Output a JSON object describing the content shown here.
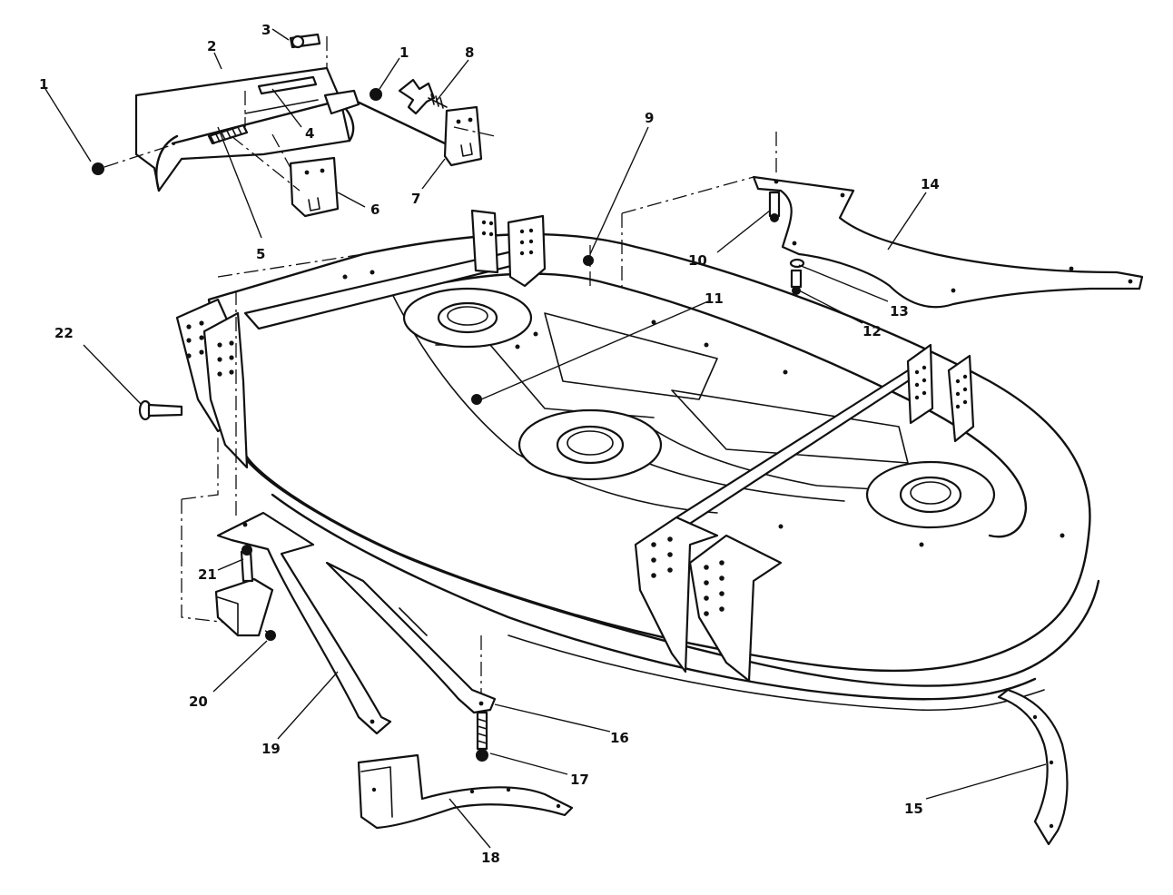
{
  "callouts": [
    {
      "id": "c1a",
      "text": "1"
    },
    {
      "id": "c1b",
      "text": "1"
    },
    {
      "id": "c2",
      "text": "2"
    },
    {
      "id": "c3",
      "text": "3"
    },
    {
      "id": "c4",
      "text": "4"
    },
    {
      "id": "c5",
      "text": "5"
    },
    {
      "id": "c6",
      "text": "6"
    },
    {
      "id": "c7",
      "text": "7"
    },
    {
      "id": "c8",
      "text": "8"
    },
    {
      "id": "c9",
      "text": "9"
    },
    {
      "id": "c10",
      "text": "10"
    },
    {
      "id": "c11",
      "text": "11"
    },
    {
      "id": "c12",
      "text": "12"
    },
    {
      "id": "c13",
      "text": "13"
    },
    {
      "id": "c14",
      "text": "14"
    },
    {
      "id": "c15",
      "text": "15"
    },
    {
      "id": "c16",
      "text": "16"
    },
    {
      "id": "c17",
      "text": "17"
    },
    {
      "id": "c18",
      "text": "18"
    },
    {
      "id": "c19",
      "text": "19"
    },
    {
      "id": "c20",
      "text": "20"
    },
    {
      "id": "c21",
      "text": "21"
    },
    {
      "id": "c22",
      "text": "22"
    }
  ]
}
